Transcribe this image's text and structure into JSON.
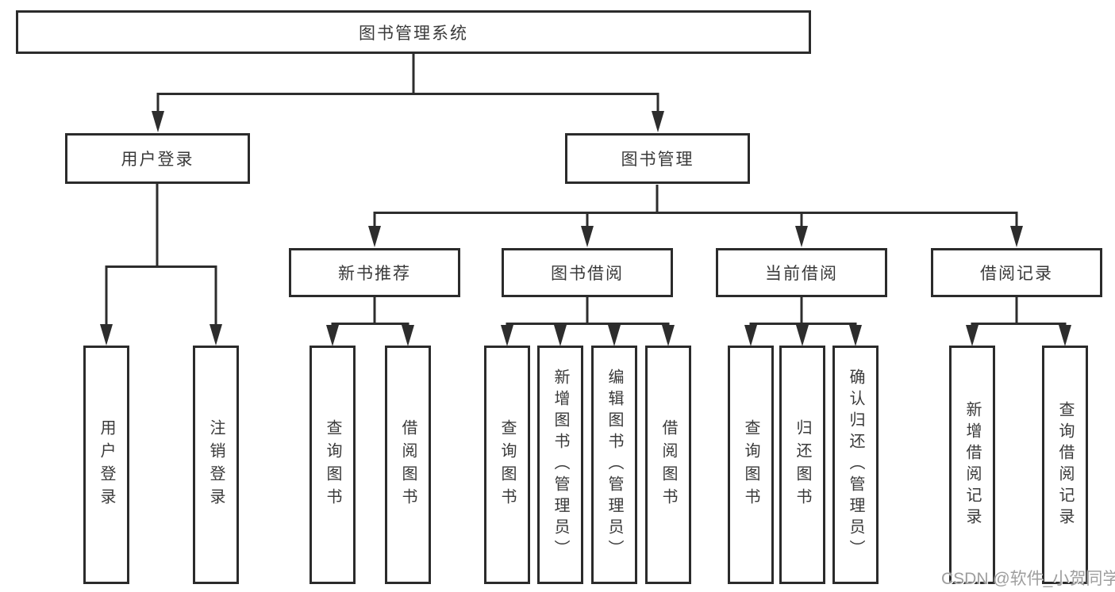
{
  "diagram": {
    "title": "library-management-system-structure",
    "root": {
      "label": "图书管理系统"
    },
    "level2": [
      {
        "label": "用户登录"
      },
      {
        "label": "图书管理"
      }
    ],
    "level3": [
      {
        "label": "新书推荐"
      },
      {
        "label": "图书借阅"
      },
      {
        "label": "当前借阅"
      },
      {
        "label": "借阅记录"
      }
    ],
    "leaves": {
      "user": [
        "用户登录",
        "注销登录"
      ],
      "recommend": [
        "查询图书",
        "借阅图书"
      ],
      "borrow": [
        "查询图书",
        "新增图书（管理员）",
        "编辑图书（管理员）",
        "借阅图书"
      ],
      "current": [
        "查询图书",
        "归还图书",
        "确认归还（管理员）"
      ],
      "records": [
        "新增借阅记录",
        "查询借阅记录"
      ]
    }
  },
  "watermark": {
    "text": "CSDN @软件_小贺同学"
  },
  "colors": {
    "line": "#2d2d2d",
    "border": "#2b2b2b",
    "text": "#3a3a3a",
    "background": "#ffffff",
    "watermark": "#9e9e9e"
  }
}
